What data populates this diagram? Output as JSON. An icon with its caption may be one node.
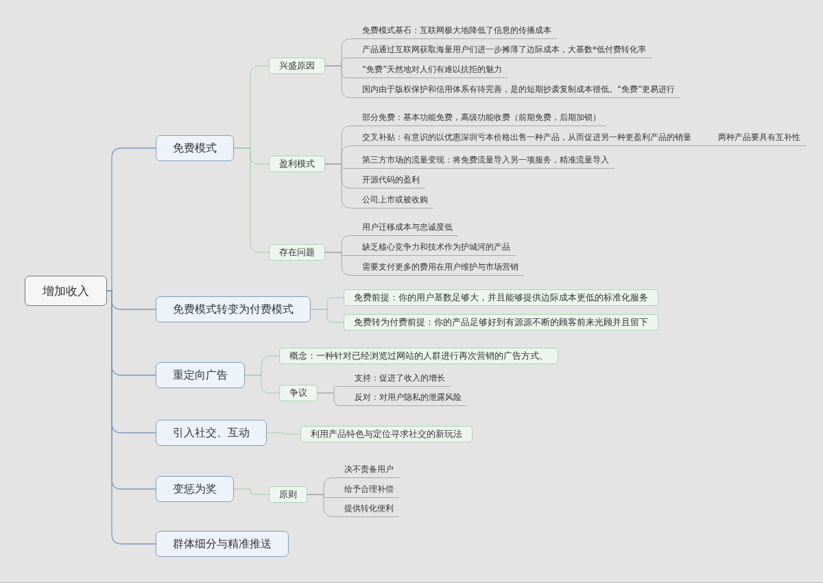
{
  "diagram": {
    "nodes": [
      {
        "text": [
          "增加收入"
        ]
      },
      {
        "text": [
          "免费模式"
        ]
      },
      {
        "text": [
          "兴盛原因"
        ]
      },
      {
        "text": [
          "免费模式基石：互联网极大地降低了信息的传播成本"
        ]
      },
      {
        "text": [
          "产品通过互联网获取海量用户们进一步摊薄了边际成本，大基数*低付费转化率"
        ]
      },
      {
        "text": [
          "“免费”天然地对人们有难以抗拒的魅力"
        ]
      },
      {
        "text": [
          "国内由于版权保护和信用体系有待完善，是的短期抄袭复制成本很低。“免费”更易进行"
        ]
      },
      {
        "text": [
          "盈利模式"
        ]
      },
      {
        "text": [
          "部分免费：基本功能免费，高级功能收费（前期免费，后期加锁）"
        ]
      },
      {
        "text": [
          "交叉补贴：有意识的以优惠深圳亏本价格出售一种产品，从而促进另一种更盈利产品的销量"
        ]
      },
      {
        "text": [
          "两种产品要具有互补性"
        ]
      },
      {
        "text": [
          "第三方市场的流量变现：将免费流量导入另一项服务，精准流量导入"
        ]
      },
      {
        "text": [
          "开源代码的盈利"
        ]
      },
      {
        "text": [
          "公司上市或被收购"
        ]
      },
      {
        "text": [
          "存在问题"
        ]
      },
      {
        "text": [
          "用户迁移成本与忠诚度低"
        ]
      },
      {
        "text": [
          "缺乏核心竞争力和技术作为护城河的产品"
        ]
      },
      {
        "text": [
          "需要支付更多的费用在用户维护与市场营销"
        ]
      },
      {
        "text": [
          "免费模式转变为付费模式"
        ]
      },
      {
        "text": [
          "免费前提：你的用户基数足够大，并且能够提供边际成本更低的标准化服务"
        ]
      },
      {
        "text": [
          "免费转为付费前提：你的产品足够好到有源源不断的顾客前来光顾并且留下"
        ]
      },
      {
        "text": [
          "重定向广告"
        ]
      },
      {
        "text": [
          "概念：一种针对已经浏览过网站的人群进行再次营销的广告方式。"
        ]
      },
      {
        "text": [
          "争议"
        ]
      },
      {
        "text": [
          "支持：促进了收入的增长"
        ]
      },
      {
        "text": [
          "反对：对用户隐私的泄露风险"
        ]
      },
      {
        "text": [
          "引入社交、互动"
        ]
      },
      {
        "text": [
          "利用产品特色与定位寻求社交的新玩法"
        ]
      },
      {
        "text": [
          "变惩为奖"
        ]
      },
      {
        "text": [
          "原则"
        ]
      },
      {
        "text": [
          "决不责备用户"
        ]
      },
      {
        "text": [
          "给予合理补偿"
        ]
      },
      {
        "text": [
          "提供转化便利"
        ]
      },
      {
        "text": [
          "群体细分与精准推送"
        ]
      }
    ],
    "edges": [
      {
        "from": 0,
        "to": 1,
        "arrow": "none"
      },
      {
        "from": 0,
        "to": 18,
        "arrow": "none"
      },
      {
        "from": 0,
        "to": 21,
        "arrow": "none"
      },
      {
        "from": 0,
        "to": 26,
        "arrow": "none"
      },
      {
        "from": 0,
        "to": 28,
        "arrow": "none"
      },
      {
        "from": 0,
        "to": 33,
        "arrow": "none"
      },
      {
        "from": 1,
        "to": 2,
        "arrow": "none"
      },
      {
        "from": 1,
        "to": 7,
        "arrow": "none"
      },
      {
        "from": 1,
        "to": 14,
        "arrow": "none"
      },
      {
        "from": 2,
        "to": 3,
        "arrow": "none"
      },
      {
        "from": 2,
        "to": 4,
        "arrow": "none"
      },
      {
        "from": 2,
        "to": 5,
        "arrow": "none"
      },
      {
        "from": 2,
        "to": 6,
        "arrow": "none"
      },
      {
        "from": 7,
        "to": 8,
        "arrow": "none"
      },
      {
        "from": 7,
        "to": 9,
        "arrow": "none"
      },
      {
        "from": 9,
        "to": 10,
        "arrow": "none"
      },
      {
        "from": 7,
        "to": 11,
        "arrow": "none"
      },
      {
        "from": 7,
        "to": 12,
        "arrow": "none"
      },
      {
        "from": 7,
        "to": 13,
        "arrow": "none"
      },
      {
        "from": 14,
        "to": 15,
        "arrow": "none"
      },
      {
        "from": 14,
        "to": 16,
        "arrow": "none"
      },
      {
        "from": 14,
        "to": 17,
        "arrow": "none"
      },
      {
        "from": 18,
        "to": 19,
        "arrow": "none"
      },
      {
        "from": 18,
        "to": 20,
        "arrow": "none"
      },
      {
        "from": 21,
        "to": 22,
        "arrow": "none"
      },
      {
        "from": 21,
        "to": 23,
        "arrow": "none"
      },
      {
        "from": 23,
        "to": 24,
        "arrow": "none"
      },
      {
        "from": 23,
        "to": 25,
        "arrow": "none"
      },
      {
        "from": 26,
        "to": 27,
        "arrow": "none"
      },
      {
        "from": 28,
        "to": 29,
        "arrow": "none"
      },
      {
        "from": 29,
        "to": 30,
        "arrow": "none"
      },
      {
        "from": 29,
        "to": 31,
        "arrow": "none"
      },
      {
        "from": 29,
        "to": 32,
        "arrow": "none"
      }
    ]
  }
}
